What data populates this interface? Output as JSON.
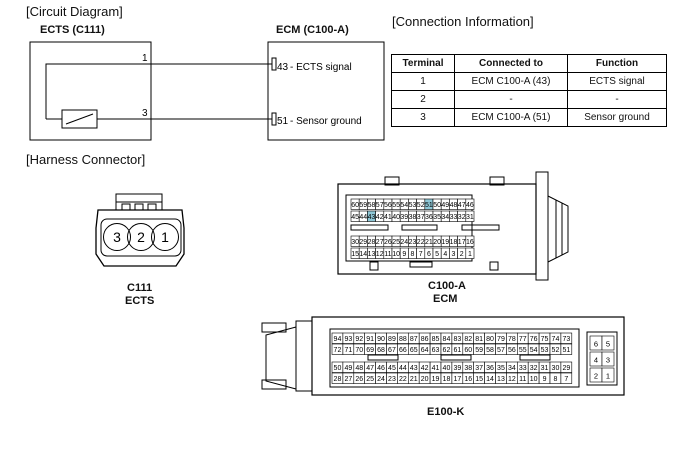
{
  "sections": {
    "circuit": "[Circuit Diagram]",
    "connection": "[Connection Information]",
    "harness": "[Harness Connector]"
  },
  "circuit": {
    "left_title": "ECTS (C111)",
    "right_title": "ECM (C100-A)",
    "wire1": {
      "pin": "1",
      "terminal": "43",
      "label": "- ECTS signal"
    },
    "wire2": {
      "pin": "3",
      "terminal": "51",
      "label": "- Sensor ground"
    }
  },
  "table": {
    "headers": [
      "Terminal",
      "Connected to",
      "Function"
    ],
    "rows": [
      [
        "1",
        "ECM C100-A (43)",
        "ECTS signal"
      ],
      [
        "2",
        "-",
        "-"
      ],
      [
        "3",
        "ECM C100-A (51)",
        "Sensor ground"
      ]
    ]
  },
  "c111": {
    "pins": [
      "3",
      "2",
      "1"
    ],
    "name": "C111",
    "desc": "ECTS"
  },
  "c100a": {
    "name": "C100-A",
    "desc": "ECM",
    "highlight": [
      "43",
      "51"
    ],
    "rows": [
      [
        "60",
        "59",
        "58",
        "57",
        "56",
        "55",
        "54",
        "53",
        "52",
        "51",
        "50",
        "49",
        "48",
        "47",
        "46"
      ],
      [
        "45",
        "44",
        "43",
        "42",
        "41",
        "40",
        "39",
        "38",
        "37",
        "36",
        "35",
        "34",
        "33",
        "32",
        "31"
      ],
      [
        "30",
        "29",
        "28",
        "27",
        "26",
        "25",
        "24",
        "23",
        "22",
        "21",
        "20",
        "19",
        "18",
        "17",
        "16"
      ],
      [
        "15",
        "14",
        "13",
        "12",
        "11",
        "10",
        "9",
        "8",
        "7",
        "6",
        "5",
        "4",
        "3",
        "2",
        "1"
      ]
    ]
  },
  "e100k": {
    "name": "E100-K",
    "rows": [
      [
        "94",
        "93",
        "92",
        "91",
        "90",
        "89",
        "88",
        "87",
        "86",
        "85",
        "84",
        "83",
        "82",
        "81",
        "80",
        "79",
        "78",
        "77",
        "76",
        "75",
        "74",
        "73"
      ],
      [
        "72",
        "71",
        "70",
        "69",
        "68",
        "67",
        "66",
        "65",
        "64",
        "63",
        "62",
        "61",
        "60",
        "59",
        "58",
        "57",
        "56",
        "55",
        "54",
        "53",
        "52",
        "51"
      ],
      [
        "50",
        "49",
        "48",
        "47",
        "46",
        "45",
        "44",
        "43",
        "42",
        "41",
        "40",
        "39",
        "38",
        "37",
        "36",
        "35",
        "34",
        "33",
        "32",
        "31",
        "30",
        "29"
      ],
      [
        "28",
        "27",
        "26",
        "25",
        "24",
        "23",
        "22",
        "21",
        "20",
        "19",
        "18",
        "17",
        "16",
        "15",
        "14",
        "13",
        "12",
        "11",
        "10",
        "9",
        "8",
        "7"
      ]
    ],
    "side": [
      [
        "6",
        "5"
      ],
      [
        "4",
        "3"
      ],
      [
        "2",
        "1"
      ]
    ]
  }
}
